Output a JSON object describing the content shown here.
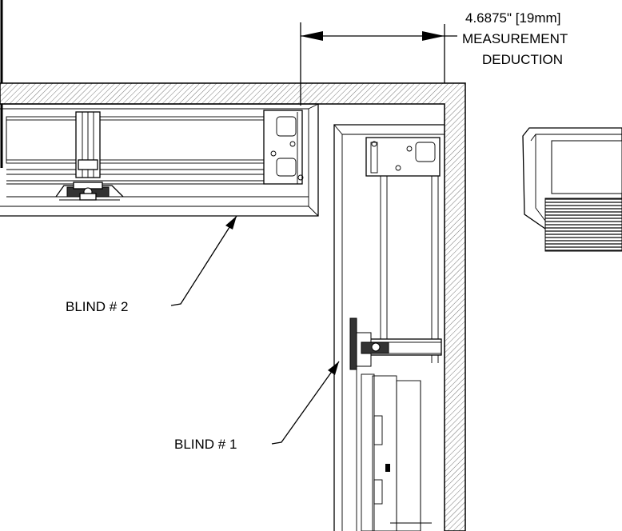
{
  "dimension": {
    "line1": "4.6875\" [19mm]",
    "line2": "MEASUREMENT",
    "line3": "DEDUCTION"
  },
  "labels": {
    "blind2": "BLIND # 2",
    "blind1": "BLIND # 1"
  }
}
